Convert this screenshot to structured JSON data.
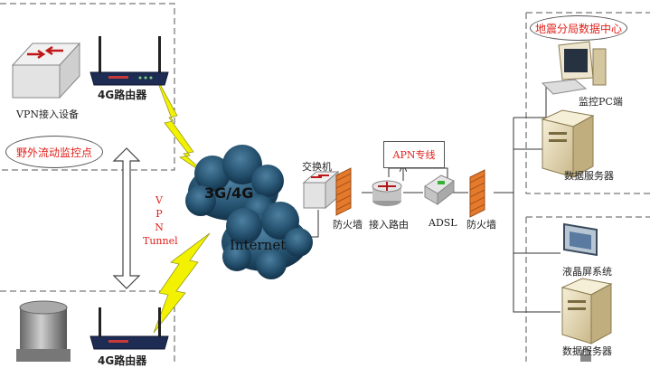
{
  "nodes": {
    "vpn_device": "VPN接入设备",
    "router_top": "4G路由器",
    "field_site": "野外流动监控点",
    "vpn_tunnel": [
      "V",
      "P",
      "N",
      "Tunnel"
    ],
    "cloud_mobile": "3G/4G",
    "cloud_internet": "Internet",
    "switch": "交换机",
    "firewall_left": "防火墙",
    "access_router": "接入路由",
    "apn": "APN专线",
    "adsl": "ADSL",
    "firewall_right": "防火墙",
    "data_center": "地震分局数据中心",
    "monitor_pc": "监控PC端",
    "data_server_top": "数据服务器",
    "lcd_system": "液晶屏系统",
    "data_server_bottom": "数据服务器",
    "router_bottom": "4G路由器"
  },
  "colors": {
    "label_red": "#e0201a",
    "cloud": "#24506d",
    "lightning": "#f2f200",
    "firewall": "#e57a2c",
    "router_body": "#1e2b52"
  }
}
